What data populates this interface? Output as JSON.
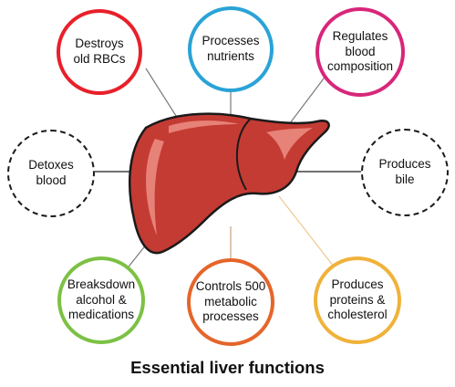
{
  "functions": {
    "destroys_rbcs": "Destroys\nold RBCs",
    "processes_nutrients": "Processes\nnutrients",
    "regulates_blood": "Regulates\nblood\ncomposition",
    "detoxes_blood": "Detoxes\nblood",
    "produces_bile": "Produces\nbile",
    "breaksdown_alcohol": "Breaksdown\nalcohol &\nmedications",
    "controls_500": "Controls 500\nmetabolic\nprocesses",
    "produces_proteins": "Produces\nproteins &\ncholesterol"
  },
  "title": "Essential liver functions",
  "colors": {
    "destroys_rbcs": "#e8202a",
    "processes_nutrients": "#2aa3d6",
    "regulates_blood": "#d8267a",
    "breaksdown_alcohol": "#7cc144",
    "controls_500": "#e5652a",
    "produces_proteins": "#f0b23a",
    "liver_fill": "#c43b34",
    "liver_highlight": "#e78278",
    "outline": "#1a1a1a"
  }
}
